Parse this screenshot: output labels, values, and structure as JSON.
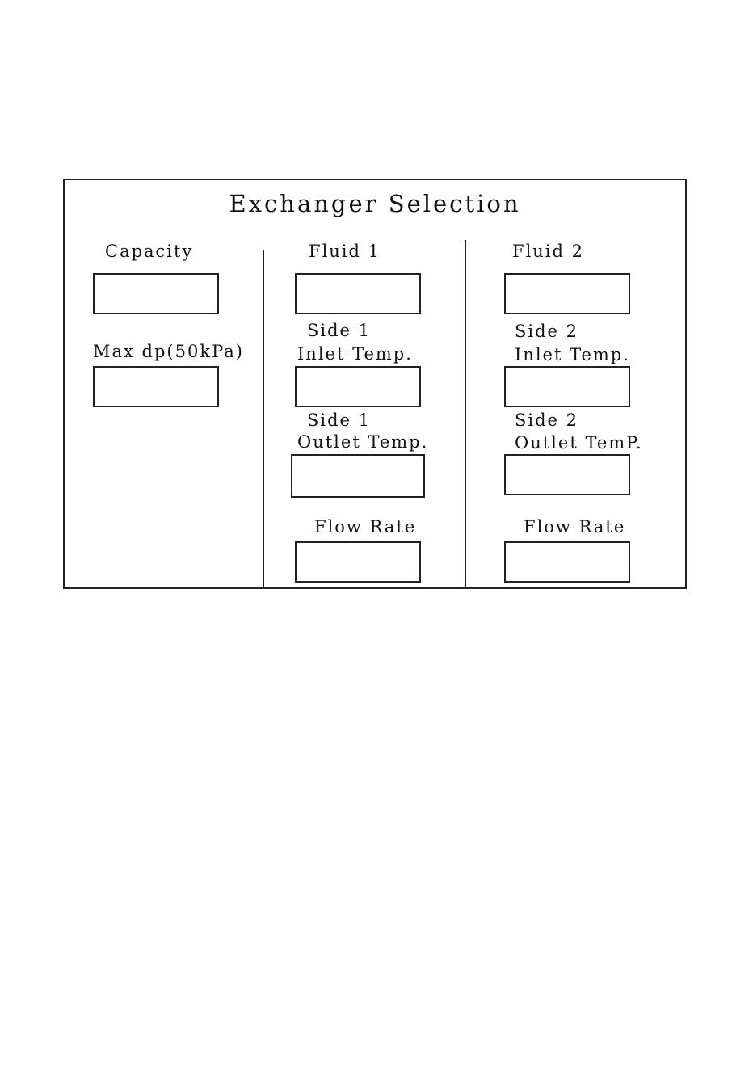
{
  "title": "Exchanger Selection",
  "left_column": {
    "capacity": {
      "label": "Capacity",
      "value": ""
    },
    "max_dp": {
      "label": "Max dp(50kPa)",
      "value": ""
    }
  },
  "fluid1": {
    "fluid_label": "Fluid  1",
    "fluid_value": "",
    "inlet_side_label": "Side  1",
    "inlet_label": "Inlet Temp.",
    "inlet_value": "",
    "outlet_side_label": "Side  1",
    "outlet_label": "Outlet Temp.",
    "outlet_value": "",
    "flow_label": "Flow Rate",
    "flow_value": ""
  },
  "fluid2": {
    "fluid_label": "Fluid  2",
    "fluid_value": "",
    "inlet_side_label": "Side  2",
    "inlet_label": "Inlet Temp.",
    "inlet_value": "",
    "outlet_side_label": "Side  2",
    "outlet_label": "Outlet TemP.",
    "outlet_value": "",
    "flow_label": "Flow Rate",
    "flow_value": ""
  },
  "colors": {
    "line": "#222222",
    "background": "#ffffff",
    "text": "#111111"
  }
}
